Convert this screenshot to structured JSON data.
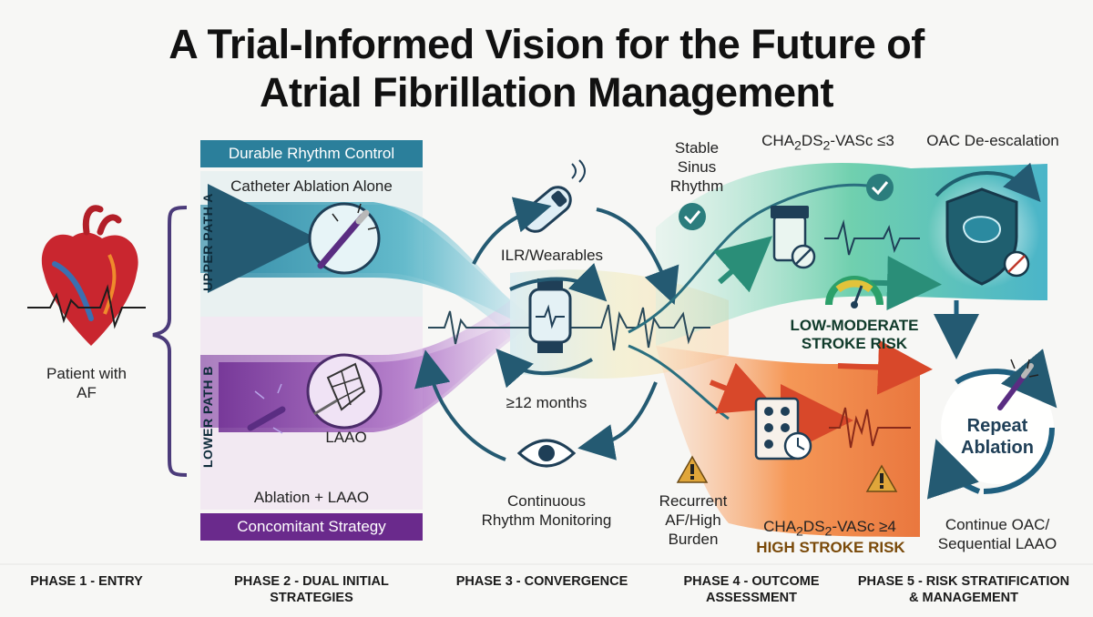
{
  "title": {
    "line1": "A Trial-Informed Vision for the Future of",
    "line2": "Atrial Fibrillation Management"
  },
  "entry": {
    "patient_label_line1": "Patient with",
    "patient_label_line2": "AF",
    "heart_icon": "heart-icon"
  },
  "upper_path": {
    "header": "Durable Rhythm Control",
    "subtitle": "Catheter Ablation Alone",
    "side_label": "UPPER PATH A",
    "icon": "catheter-icon"
  },
  "lower_path": {
    "side_label": "LOWER PATH B",
    "device_label": "LAAO",
    "subtitle": "Ablation + LAAO",
    "footer": "Concomitant Strategy",
    "icon": "laao-device-icon"
  },
  "convergence": {
    "ilr_label": "ILR/Wearables",
    "duration_label": "≥12 months",
    "monitoring_line1": "Continuous",
    "monitoring_line2": "Rhythm Monitoring",
    "icons": [
      "implantable-loop-recorder-icon",
      "smartwatch-icon",
      "eye-icon"
    ]
  },
  "outcome": {
    "stable_line1": "Stable",
    "stable_line2": "Sinus",
    "stable_line3": "Rhythm",
    "recurrent_line1": "Recurrent",
    "recurrent_line2": "AF/High",
    "recurrent_line3": "Burden",
    "low_risk_line1": "LOW-MODERATE",
    "low_risk_line2": "STROKE RISK",
    "icons": [
      "check-icon",
      "warning-icon",
      "gauge-icon"
    ]
  },
  "risk": {
    "low_score": "CHA2DS2-VASc ≤3",
    "low_action": "OAC De-escalation",
    "high_score": "CHA2DS2-VASc ≥4",
    "high_risk": "HIGH STROKE RISK",
    "repeat_line1": "Repeat",
    "repeat_line2": "Ablation",
    "continue_line1": "Continue OAC/",
    "continue_line2": "Sequential LAAO"
  },
  "phases": [
    {
      "line1": "PHASE 1 - ENTRY",
      "line2": ""
    },
    {
      "line1": "PHASE 2 - DUAL INITIAL",
      "line2": "STRATEGIES"
    },
    {
      "line1": "PHASE 3 - CONVERGENCE",
      "line2": ""
    },
    {
      "line1": "PHASE 4 - OUTCOME",
      "line2": "ASSESSMENT"
    },
    {
      "line1": "PHASE 5 - RISK STRATIFICATION",
      "line2": "& MANAGEMENT"
    }
  ],
  "colors": {
    "teal": "#2b7f9b",
    "purple": "#6a2a8c",
    "green": "#3bbf8a",
    "orange": "#f07a2e",
    "navy": "#1f3f57",
    "warning": "#e0a63a"
  }
}
